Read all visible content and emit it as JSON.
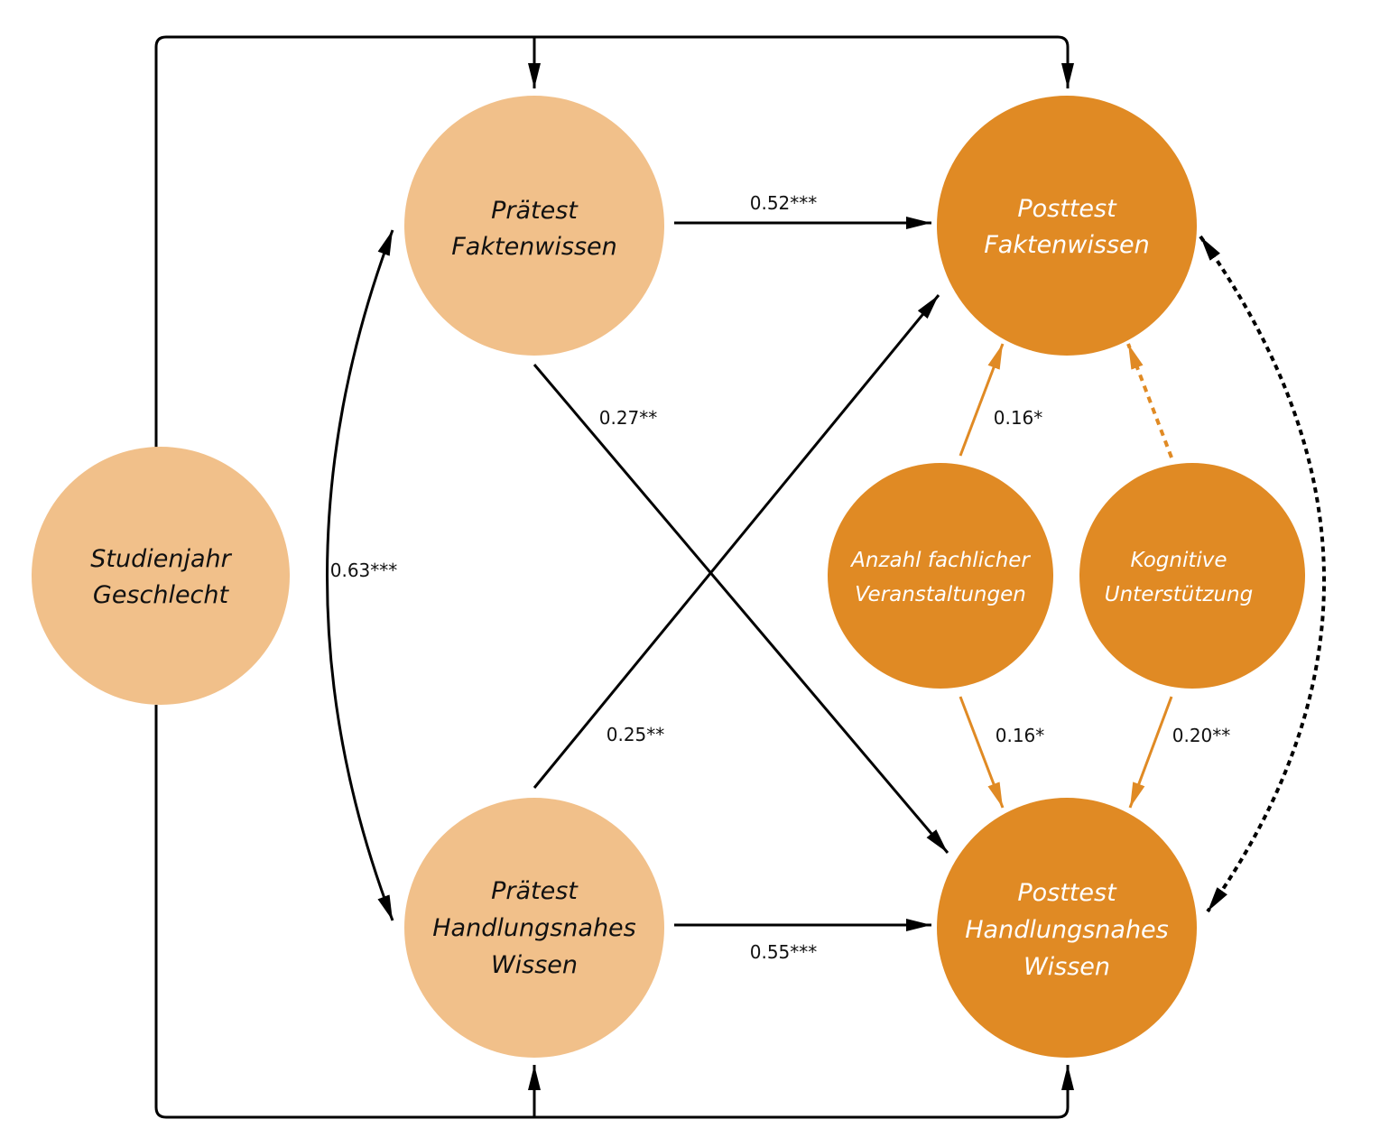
{
  "colors": {
    "light_node": "#f1c08a",
    "dark_node": "#e08a24",
    "arrow_black": "#000000",
    "arrow_orange": "#e08a24"
  },
  "nodes": {
    "studienjahr": {
      "lines": [
        "Studienjahr",
        "Geschlecht"
      ]
    },
    "pre_fakt": {
      "lines": [
        "Prätest",
        "Faktenwissen"
      ]
    },
    "pre_hand": {
      "lines": [
        "Prätest",
        "Handlungsnahes",
        "Wissen"
      ]
    },
    "post_fakt": {
      "lines": [
        "Posttest",
        "Faktenwissen"
      ]
    },
    "post_hand": {
      "lines": [
        "Posttest",
        "Handlungsnahes",
        "Wissen"
      ]
    },
    "anzahl": {
      "lines": [
        "Anzahl fachlicher",
        "Veranstaltungen"
      ]
    },
    "kognitiv": {
      "lines": [
        "Kognitive",
        "Unterstützung"
      ]
    }
  },
  "paths": {
    "pre_fakt_to_post_fakt": "0.52***",
    "pre_hand_to_post_hand": "0.55***",
    "pre_fakt_to_post_hand": "0.27**",
    "pre_hand_to_post_fakt": "0.25**",
    "pre_fakt_with_pre_hand": "0.63***",
    "anzahl_to_post_fakt": "0.16*",
    "anzahl_to_post_hand": "0.16*",
    "kognitiv_to_post_hand": "0.20**",
    "kognitiv_to_post_fakt": "",
    "post_fakt_with_post_hand": ""
  }
}
